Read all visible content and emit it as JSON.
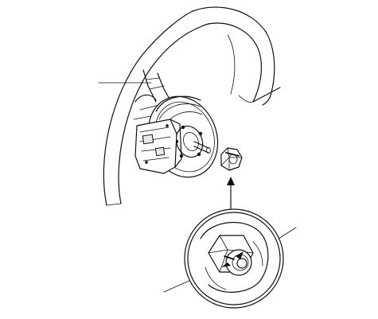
{
  "diagram": {
    "parts": [
      {
        "id": "brake-disc",
        "label": ""
      },
      {
        "id": "brake-caliper",
        "label": ""
      },
      {
        "id": "hub-spindle-nut",
        "label": ""
      },
      {
        "id": "detail-view-nut-stake",
        "label": ""
      }
    ],
    "callout_lines": 3,
    "colors": {
      "line": "#111111",
      "background": "#ffffff"
    }
  }
}
